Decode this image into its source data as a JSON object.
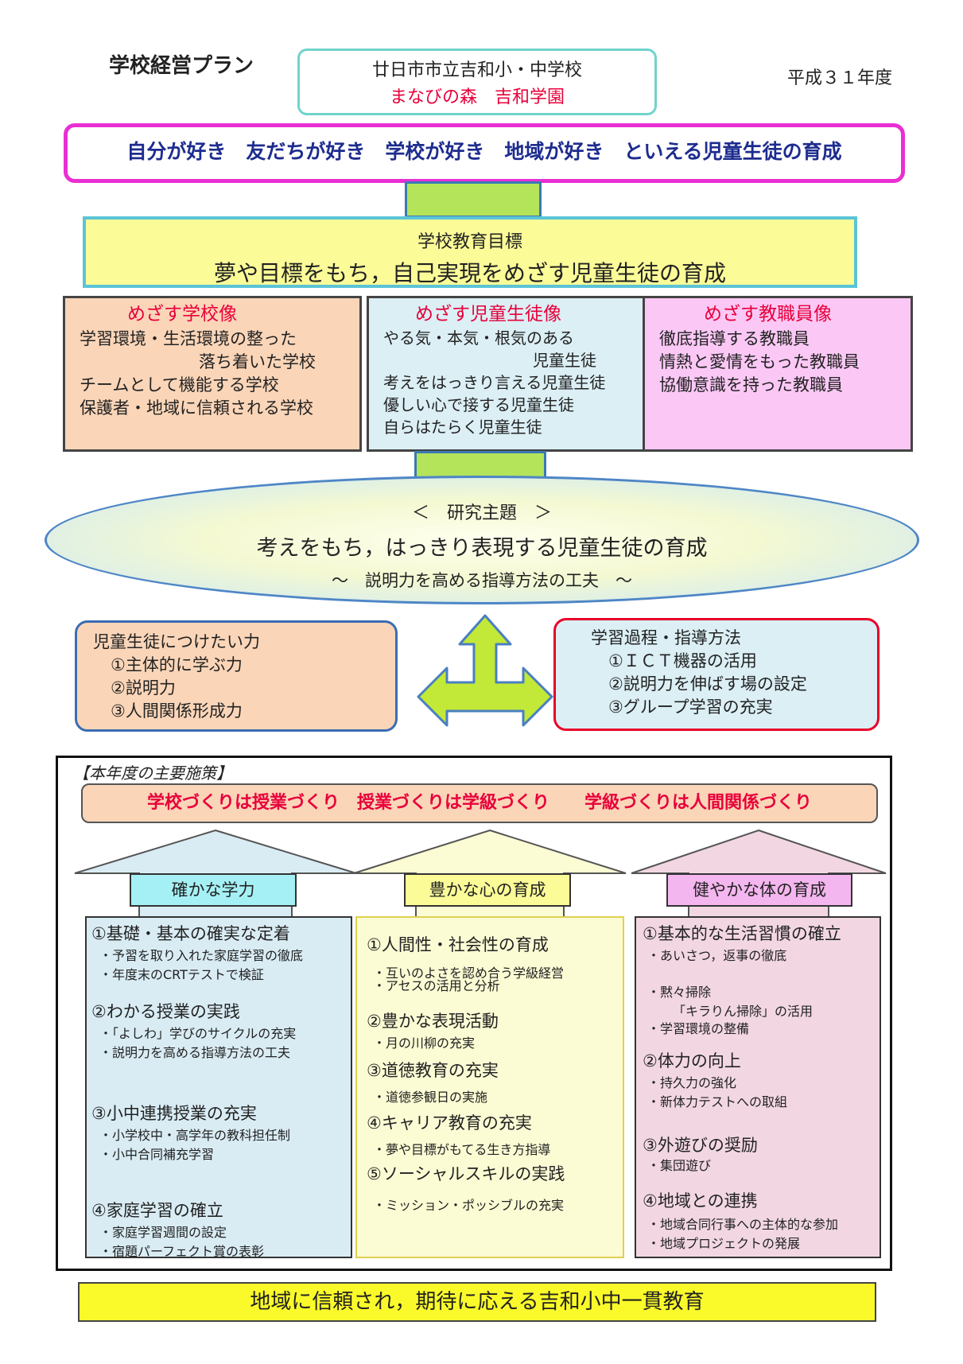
{
  "header": {
    "title": "学校経営プラン",
    "school_name": "廿日市市立吉和小・中学校",
    "school_nickname": "まなびの森　吉和学園",
    "fiscal_year": "平成３１年度"
  },
  "slogan": "自分が好き　友だちが好き　学校が好き　地域が好き　といえる児童生徒の育成",
  "school_goal": {
    "label": "学校教育目標",
    "text": "夢や目標をもち，自己実現をめざす児童生徒の育成"
  },
  "visions": {
    "school": {
      "heading": "めざす学校像",
      "lines": [
        "学習環境・生活環境の整った",
        "落ち着いた学校",
        "チームとして機能する学校",
        "保護者・地域に信頼される学校"
      ]
    },
    "student": {
      "heading": "めざす児童生徒像",
      "lines": [
        "やる気・本気・根気のある",
        "児童生徒",
        "考えをはっきり言える児童生徒",
        "優しい心で接する児童生徒",
        "自らはたらく児童生徒"
      ]
    },
    "staff": {
      "heading": "めざす教職員像",
      "lines": [
        "徹底指導する教職員",
        "情熱と愛情をもった教職員",
        "協働意識を持った教職員"
      ]
    }
  },
  "research": {
    "label": "＜　研究主題　＞",
    "theme": "考えをもち，はっきり表現する児童生徒の育成",
    "subtitle": "～　説明力を高める指導方法の工夫　～"
  },
  "abilities": {
    "heading": "児童生徒につけたい力",
    "items": [
      "①主体的に学ぶ力",
      "②説明力",
      "③人間関係形成力"
    ]
  },
  "methods": {
    "heading": "学習過程・指導方法",
    "items": [
      "①ＩＣＴ機器の活用",
      "②説明力を伸ばす場の設定",
      "③グループ学習の充実"
    ]
  },
  "main_measures": {
    "heading": "【本年度の主要施策】",
    "motto": "学校づくりは授業づくり　授業づくりは学級づくり　　学級づくりは人間関係づくり",
    "pillars": [
      {
        "label": "確かな学力",
        "sections": [
          {
            "title": "①基礎・基本の確実な定着",
            "items": [
              "・予習を取り入れた家庭学習の徹底",
              "・年度末のCRTテストで検証"
            ]
          },
          {
            "title": "②わかる授業の実践",
            "items": [
              "・「よしわ」学びのサイクルの充実",
              "・説明力を高める指導方法の工夫"
            ]
          },
          {
            "title": "③小中連携授業の充実",
            "items": [
              "・小学校中・高学年の教科担任制",
              "・小中合同補充学習"
            ]
          },
          {
            "title": "④家庭学習の確立",
            "items": [
              "・家庭学習週間の設定",
              "・宿題パーフェクト賞の表彰"
            ]
          }
        ]
      },
      {
        "label": "豊かな心の育成",
        "sections": [
          {
            "title": "①人間性・社会性の育成",
            "items": [
              "・互いのよさを認め合う学級経営",
              "・アセスの活用と分析"
            ]
          },
          {
            "title": "②豊かな表現活動",
            "items": [
              "・月の川柳の充実"
            ]
          },
          {
            "title": "③道徳教育の充実",
            "items": [
              "・道徳参観日の実施"
            ]
          },
          {
            "title": "④キャリア教育の充実",
            "items": [
              "・夢や目標がもてる生き方指導"
            ]
          },
          {
            "title": "⑤ソーシャルスキルの実践",
            "items": [
              "・ミッション・ポッシブルの充実"
            ]
          }
        ]
      },
      {
        "label": "健やかな体の育成",
        "sections": [
          {
            "title": "①基本的な生活習慣の確立",
            "items": [
              "・あいさつ，返事の徹底",
              "・黙々掃除",
              "「キラりん掃除」の活用",
              "・学習環境の整備"
            ]
          },
          {
            "title": "②体力の向上",
            "items": [
              "・持久力の強化",
              "・新体力テストへの取組"
            ]
          },
          {
            "title": "③外遊びの奨励",
            "items": [
              "・集団遊び"
            ]
          },
          {
            "title": "④地域との連携",
            "items": [
              "・地域合同行事への主体的な参加",
              "・地域プロジェクトの発展"
            ]
          }
        ]
      }
    ]
  },
  "closing": "地域に信頼され，期待に応える吉和小中一貫教育",
  "colors": {
    "accent_red": "#e8003a",
    "slogan_border": "#e92fd3",
    "slogan_text": "#1d2c8f",
    "connector_green": "#b4e45a",
    "goal_yellow": "#fbfb98",
    "closing_yellow": "#fafa2a"
  }
}
